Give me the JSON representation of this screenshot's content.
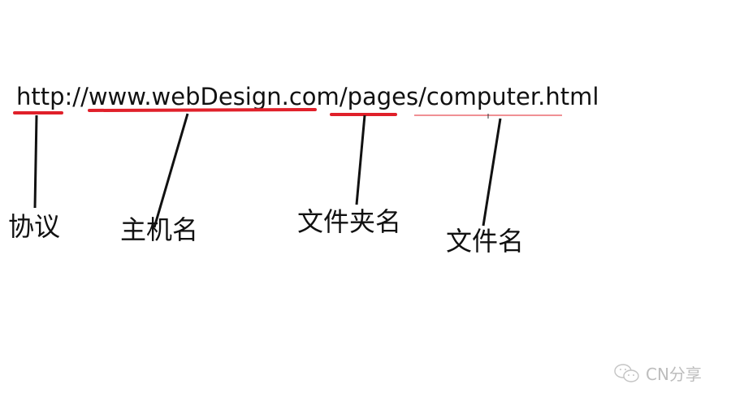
{
  "url": {
    "full": "http://www.webDesign.com/pages/computer.html",
    "protocol": "http",
    "separator1": "://",
    "host": "www.webDesign.com",
    "separator2": "/",
    "folder": "pages",
    "separator3": "/",
    "file": "computer.html"
  },
  "labels": {
    "protocol": "协议",
    "host": "主机名",
    "folder": "文件夹名",
    "file": "文件名"
  },
  "colors": {
    "underline": "#e0202a",
    "pointer": "#111111",
    "text": "#111111",
    "watermark": "#bdbdbd"
  },
  "watermark": {
    "icon": "wechat-icon",
    "text": "CN分享"
  }
}
